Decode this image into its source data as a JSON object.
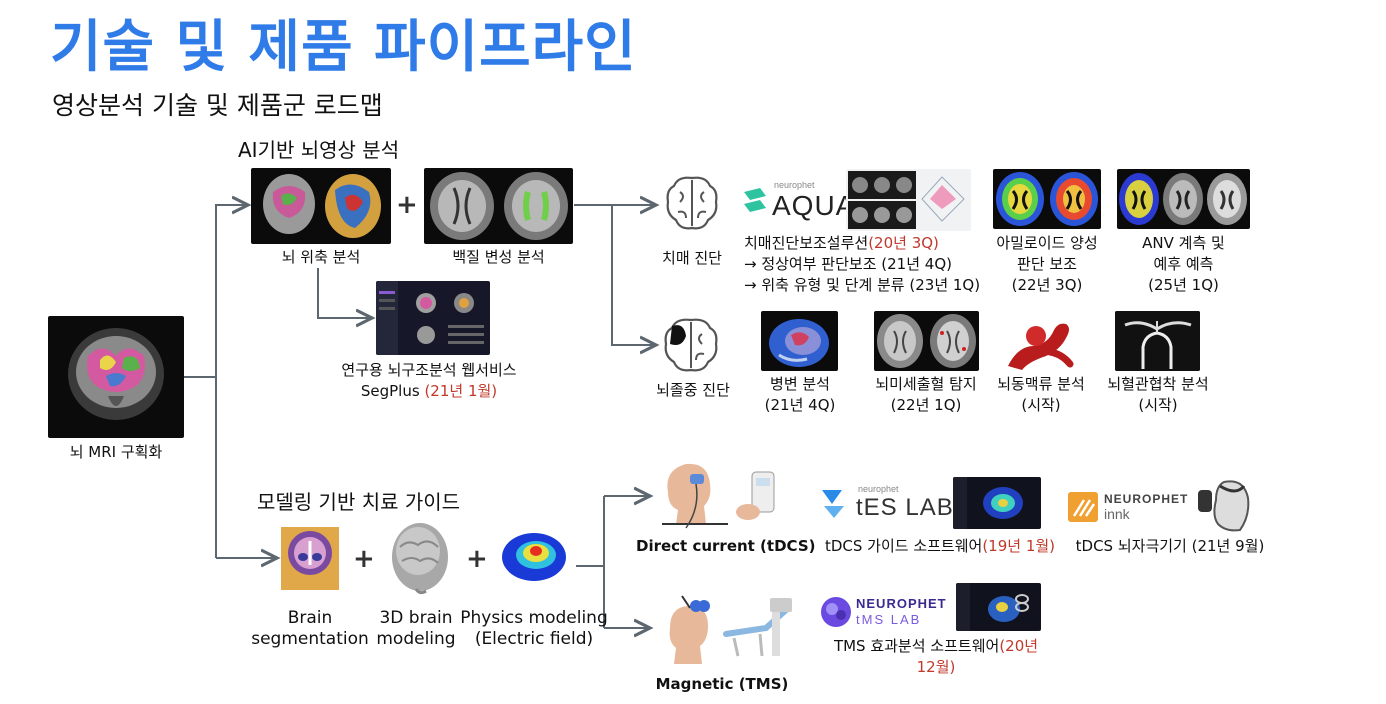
{
  "header": {
    "title": "기술 및 제품 파이프라인",
    "subtitle": "영상분석 기술 및 제품군 로드맵"
  },
  "root": {
    "label": "뇌 MRI 구획화"
  },
  "ai_section": {
    "title": "AI기반 뇌영상 분석",
    "atrophy": "뇌 위축 분석",
    "white_matter": "백질 변성 분석",
    "plus": "+",
    "segplus_line1": "연구용 뇌구조분석 웹서비스",
    "segplus_name": "SegPlus",
    "segplus_date": "(21년 1월)"
  },
  "dementia": {
    "label": "치매 진단",
    "brand_small": "neurophet",
    "brand": "AQUA",
    "aqua_line1": "치매진단보조설루션",
    "aqua_line1_date": "(20년 3Q)",
    "aqua_line2": "→ 정상여부 판단보조 (21년 4Q)",
    "aqua_line3": "→ 위축 유형 및 단계 분류 (23년 1Q)",
    "amyloid_line1": "아밀로이드 양성",
    "amyloid_line2": "판단 보조",
    "amyloid_line3": "(22년 3Q)",
    "anv_line1": "ANV 계측 및",
    "anv_line2": "예후 예측",
    "anv_line3": "(25년 1Q)"
  },
  "stroke": {
    "label": "뇌졸중 진단",
    "lesion_line1": "병변 분석",
    "lesion_line2": "(21년 4Q)",
    "microbleed_line1": "뇌미세출혈 탐지",
    "microbleed_line2": "(22년 1Q)",
    "aneurysm_line1": "뇌동맥류 분석",
    "aneurysm_line2": "(시작)",
    "stenosis_line1": "뇌혈관협착 분석",
    "stenosis_line2": "(시작)"
  },
  "modeling": {
    "title": "모델링 기반 치료 가이드",
    "plus": "+",
    "seg_line1": "Brain",
    "seg_line2": "segmentation",
    "brain3d_line1": "3D brain",
    "brain3d_line2": "modeling",
    "physics_line1": "Physics modeling",
    "physics_line2": "(Electric field)"
  },
  "tdcs": {
    "label": "Direct current (tDCS)",
    "brand_small": "neurophet",
    "brand": "tES LAB",
    "software": "tDCS 가이드 소프트웨어",
    "software_date": "(19년 1월)",
    "innk_brand": "NEUROPHET",
    "innk_sub": "innk",
    "device": "tDCS 뇌자극기기 (21년 9월)"
  },
  "tms": {
    "label": "Magnetic (TMS)",
    "brand": "NEUROPHET",
    "brand_sub": "tMS LAB",
    "software": "TMS 효과분석 소프트웨어",
    "software_date1": "(20년",
    "software_date2": "12월)"
  },
  "colors": {
    "title_blue": "#2f7be8",
    "date_red": "#c0392b",
    "connector": "#5d6770"
  }
}
